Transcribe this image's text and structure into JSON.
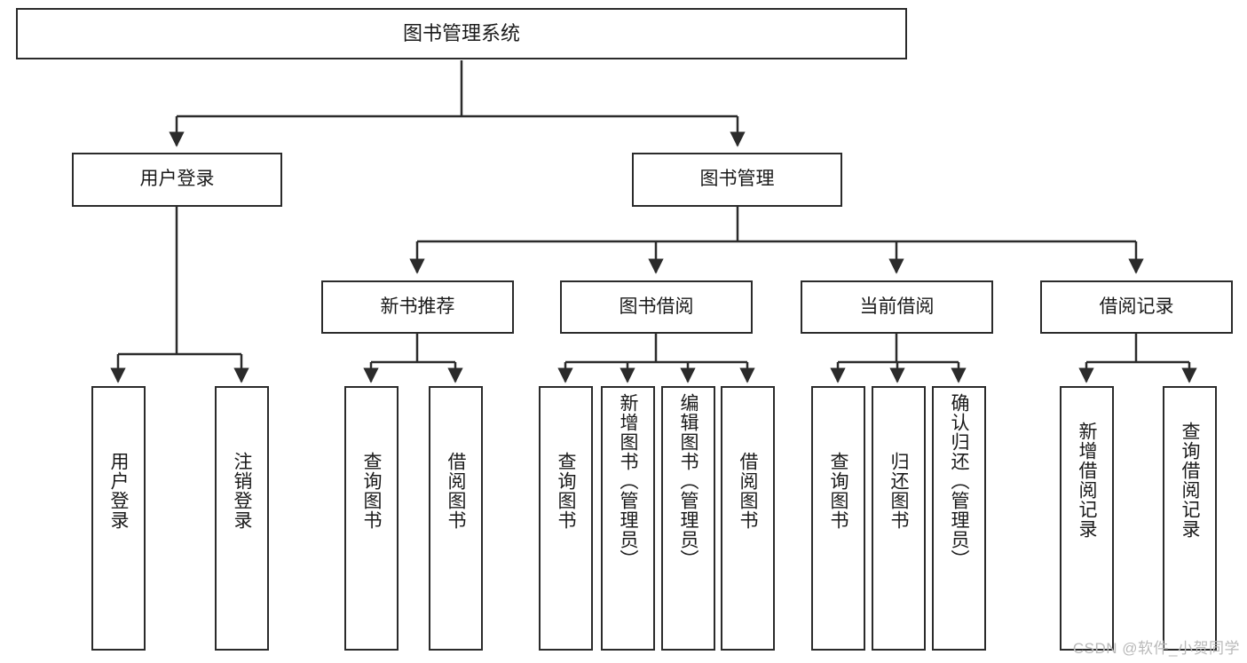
{
  "diagram": {
    "title": "图书管理系统",
    "type": "tree-hierarchy",
    "orientation": "top-down",
    "colors": {
      "background": "#ffffff",
      "box_border": "#2b2b2b",
      "box_fill": "#ffffff",
      "connector": "#2b2b2b",
      "text": "#1a1a1a",
      "watermark": "#b9b9b9"
    },
    "watermark": "CSDN @软件_小贺同学",
    "levels": {
      "level1": [
        {
          "id": "root",
          "label": "图书管理系统"
        }
      ],
      "level2": [
        {
          "id": "user-login",
          "label": "用户登录",
          "parent": "root"
        },
        {
          "id": "book-manage",
          "label": "图书管理",
          "parent": "root"
        }
      ],
      "level3": [
        {
          "id": "new-book-recommend",
          "label": "新书推荐",
          "parent": "book-manage"
        },
        {
          "id": "book-borrow",
          "label": "图书借阅",
          "parent": "book-manage"
        },
        {
          "id": "current-borrow",
          "label": "当前借阅",
          "parent": "book-manage"
        },
        {
          "id": "borrow-record",
          "label": "借阅记录",
          "parent": "book-manage"
        }
      ],
      "leaves": [
        {
          "id": "leaf-user-login",
          "label": "用户登录",
          "parent": "user-login"
        },
        {
          "id": "leaf-logout-login",
          "label": "注销登录",
          "parent": "user-login"
        },
        {
          "id": "leaf-query-book-1",
          "label": "查询图书",
          "parent": "new-book-recommend"
        },
        {
          "id": "leaf-borrow-book-1",
          "label": "借阅图书",
          "parent": "new-book-recommend"
        },
        {
          "id": "leaf-query-book-2",
          "label": "查询图书",
          "parent": "book-borrow"
        },
        {
          "id": "leaf-add-book",
          "label": "新增图书（管理员）",
          "parent": "book-borrow"
        },
        {
          "id": "leaf-edit-book",
          "label": "编辑图书（管理员）",
          "parent": "book-borrow"
        },
        {
          "id": "leaf-borrow-book-2",
          "label": "借阅图书",
          "parent": "book-borrow"
        },
        {
          "id": "leaf-query-book-3",
          "label": "查询图书",
          "parent": "current-borrow"
        },
        {
          "id": "leaf-return-book",
          "label": "归还图书",
          "parent": "current-borrow"
        },
        {
          "id": "leaf-confirm-return",
          "label": "确认归还（管理员）",
          "parent": "current-borrow"
        },
        {
          "id": "leaf-add-record",
          "label": "新增借阅记录",
          "parent": "borrow-record"
        },
        {
          "id": "leaf-query-record",
          "label": "查询借阅记录",
          "parent": "borrow-record"
        }
      ]
    }
  }
}
